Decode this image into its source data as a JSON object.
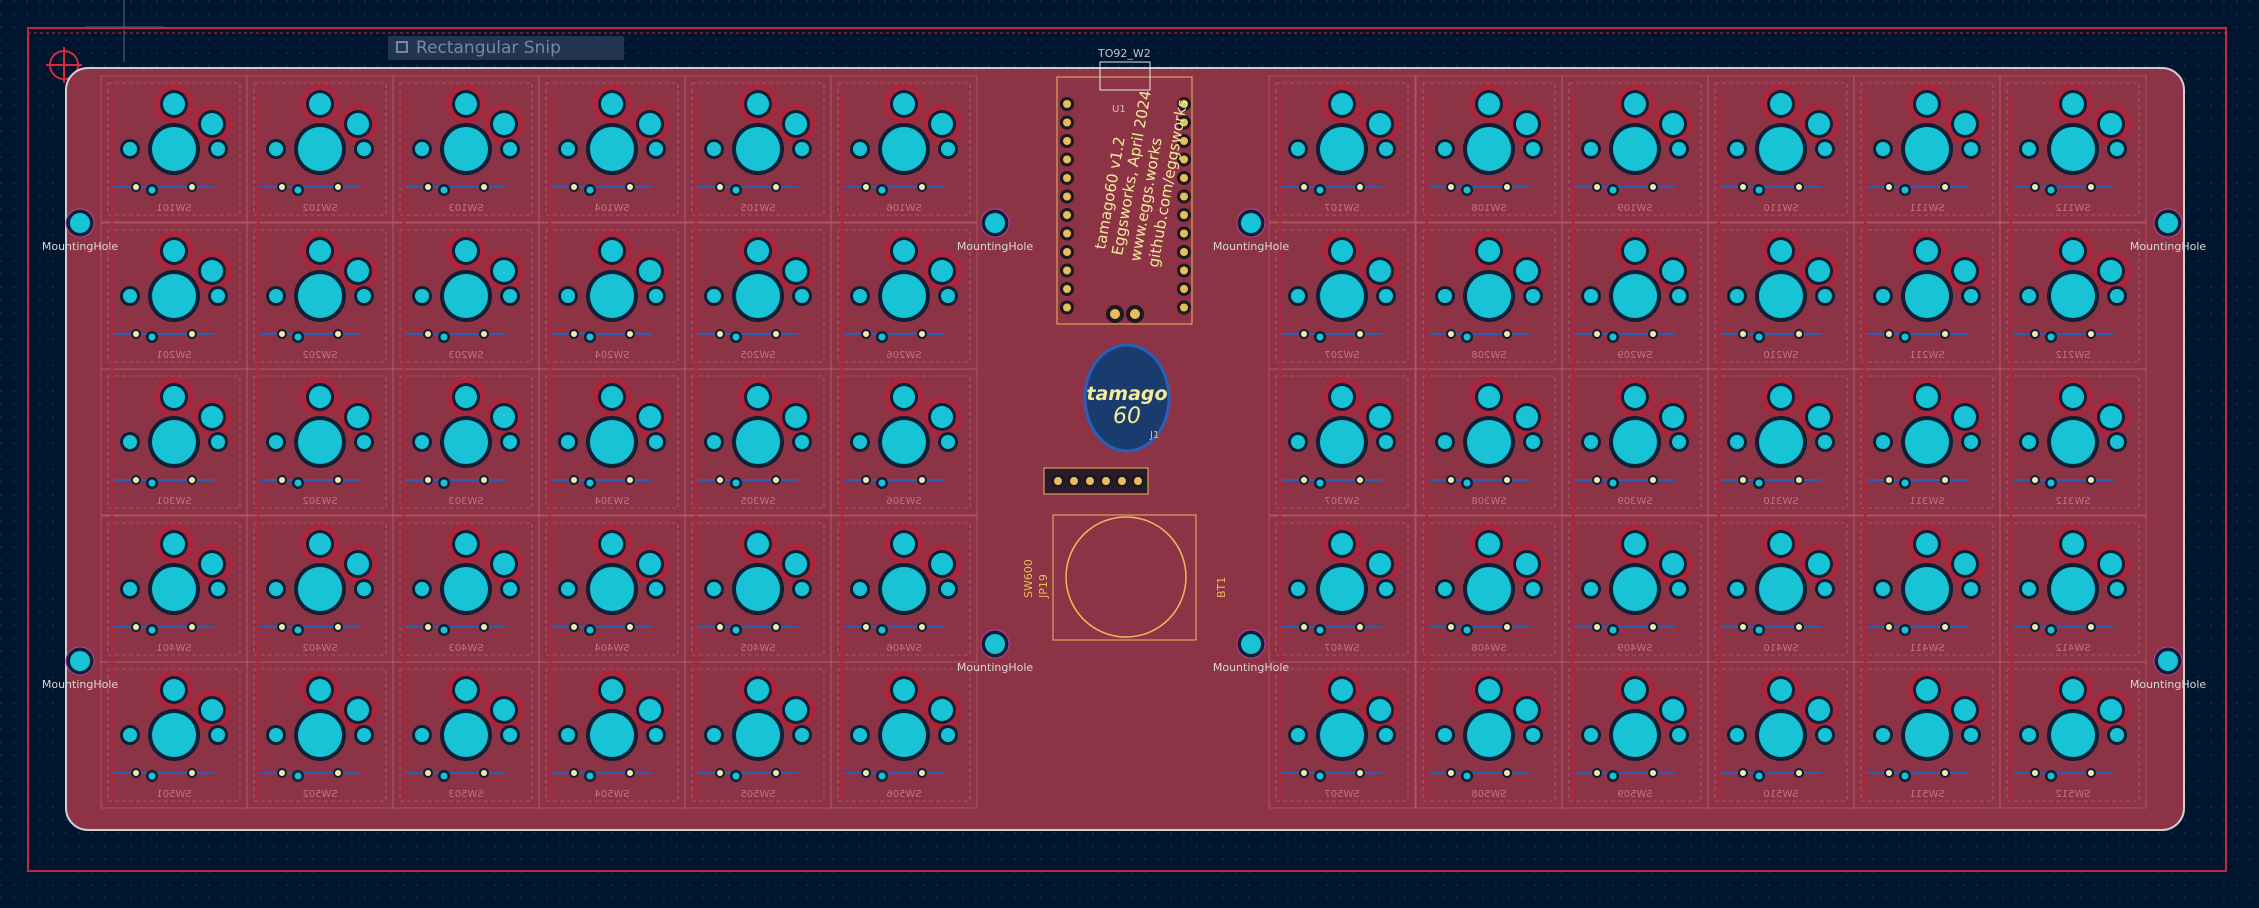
{
  "tool": {
    "active_tool_label": "Rectangular Snip",
    "icon": "rect-snip-icon"
  },
  "board": {
    "title_line": "tamago60 v1.2",
    "date_line": "Eggsworks, April 2024",
    "url_line": "www.eggs.works",
    "repo_line": "github.com/eggsworks",
    "logo_text": "tamago",
    "logo_number": "60",
    "mcu_label": "TO92_W2",
    "mcu_sublabel": "U1",
    "reset_ref": "SW600",
    "jumper_ref": "JP19",
    "battery_ref": "BT1",
    "connector_ref": "J1",
    "mounting_hole_label": "MountingHole",
    "switch_rows": [
      [
        "SW101",
        "SW102",
        "SW103",
        "SW104",
        "SW105",
        "SW106",
        "SW107",
        "SW108",
        "SW109",
        "SW110",
        "SW111",
        "SW112"
      ],
      [
        "SW201",
        "SW202",
        "SW203",
        "SW204",
        "SW205",
        "SW206",
        "SW207",
        "SW208",
        "SW209",
        "SW210",
        "SW211",
        "SW212"
      ],
      [
        "SW301",
        "SW302",
        "SW303",
        "SW304",
        "SW305",
        "SW306",
        "SW307",
        "SW308",
        "SW309",
        "SW310",
        "SW311",
        "SW312"
      ],
      [
        "SW401",
        "SW402",
        "SW403",
        "SW404",
        "SW405",
        "SW406",
        "SW407",
        "SW408",
        "SW409",
        "SW410",
        "SW411",
        "SW412"
      ],
      [
        "SW501",
        "SW502",
        "SW503",
        "SW504",
        "SW505",
        "SW506",
        "SW507",
        "SW508",
        "SW509",
        "SW510",
        "SW511",
        "SW512"
      ]
    ]
  },
  "colors": {
    "background": "#00162e",
    "board_fill": "#8c3346",
    "board_edge": "#d0d0d0",
    "outer_frame": "#c4283c",
    "pad": "#19c3d6",
    "hole_ring": "#0e2035",
    "silkscreen": "#f2ed9a",
    "trace_blue": "#2a5fb8",
    "copper_front": "#b2233a",
    "drill": "#f5e8a8",
    "keepout": "#d85a6c"
  }
}
